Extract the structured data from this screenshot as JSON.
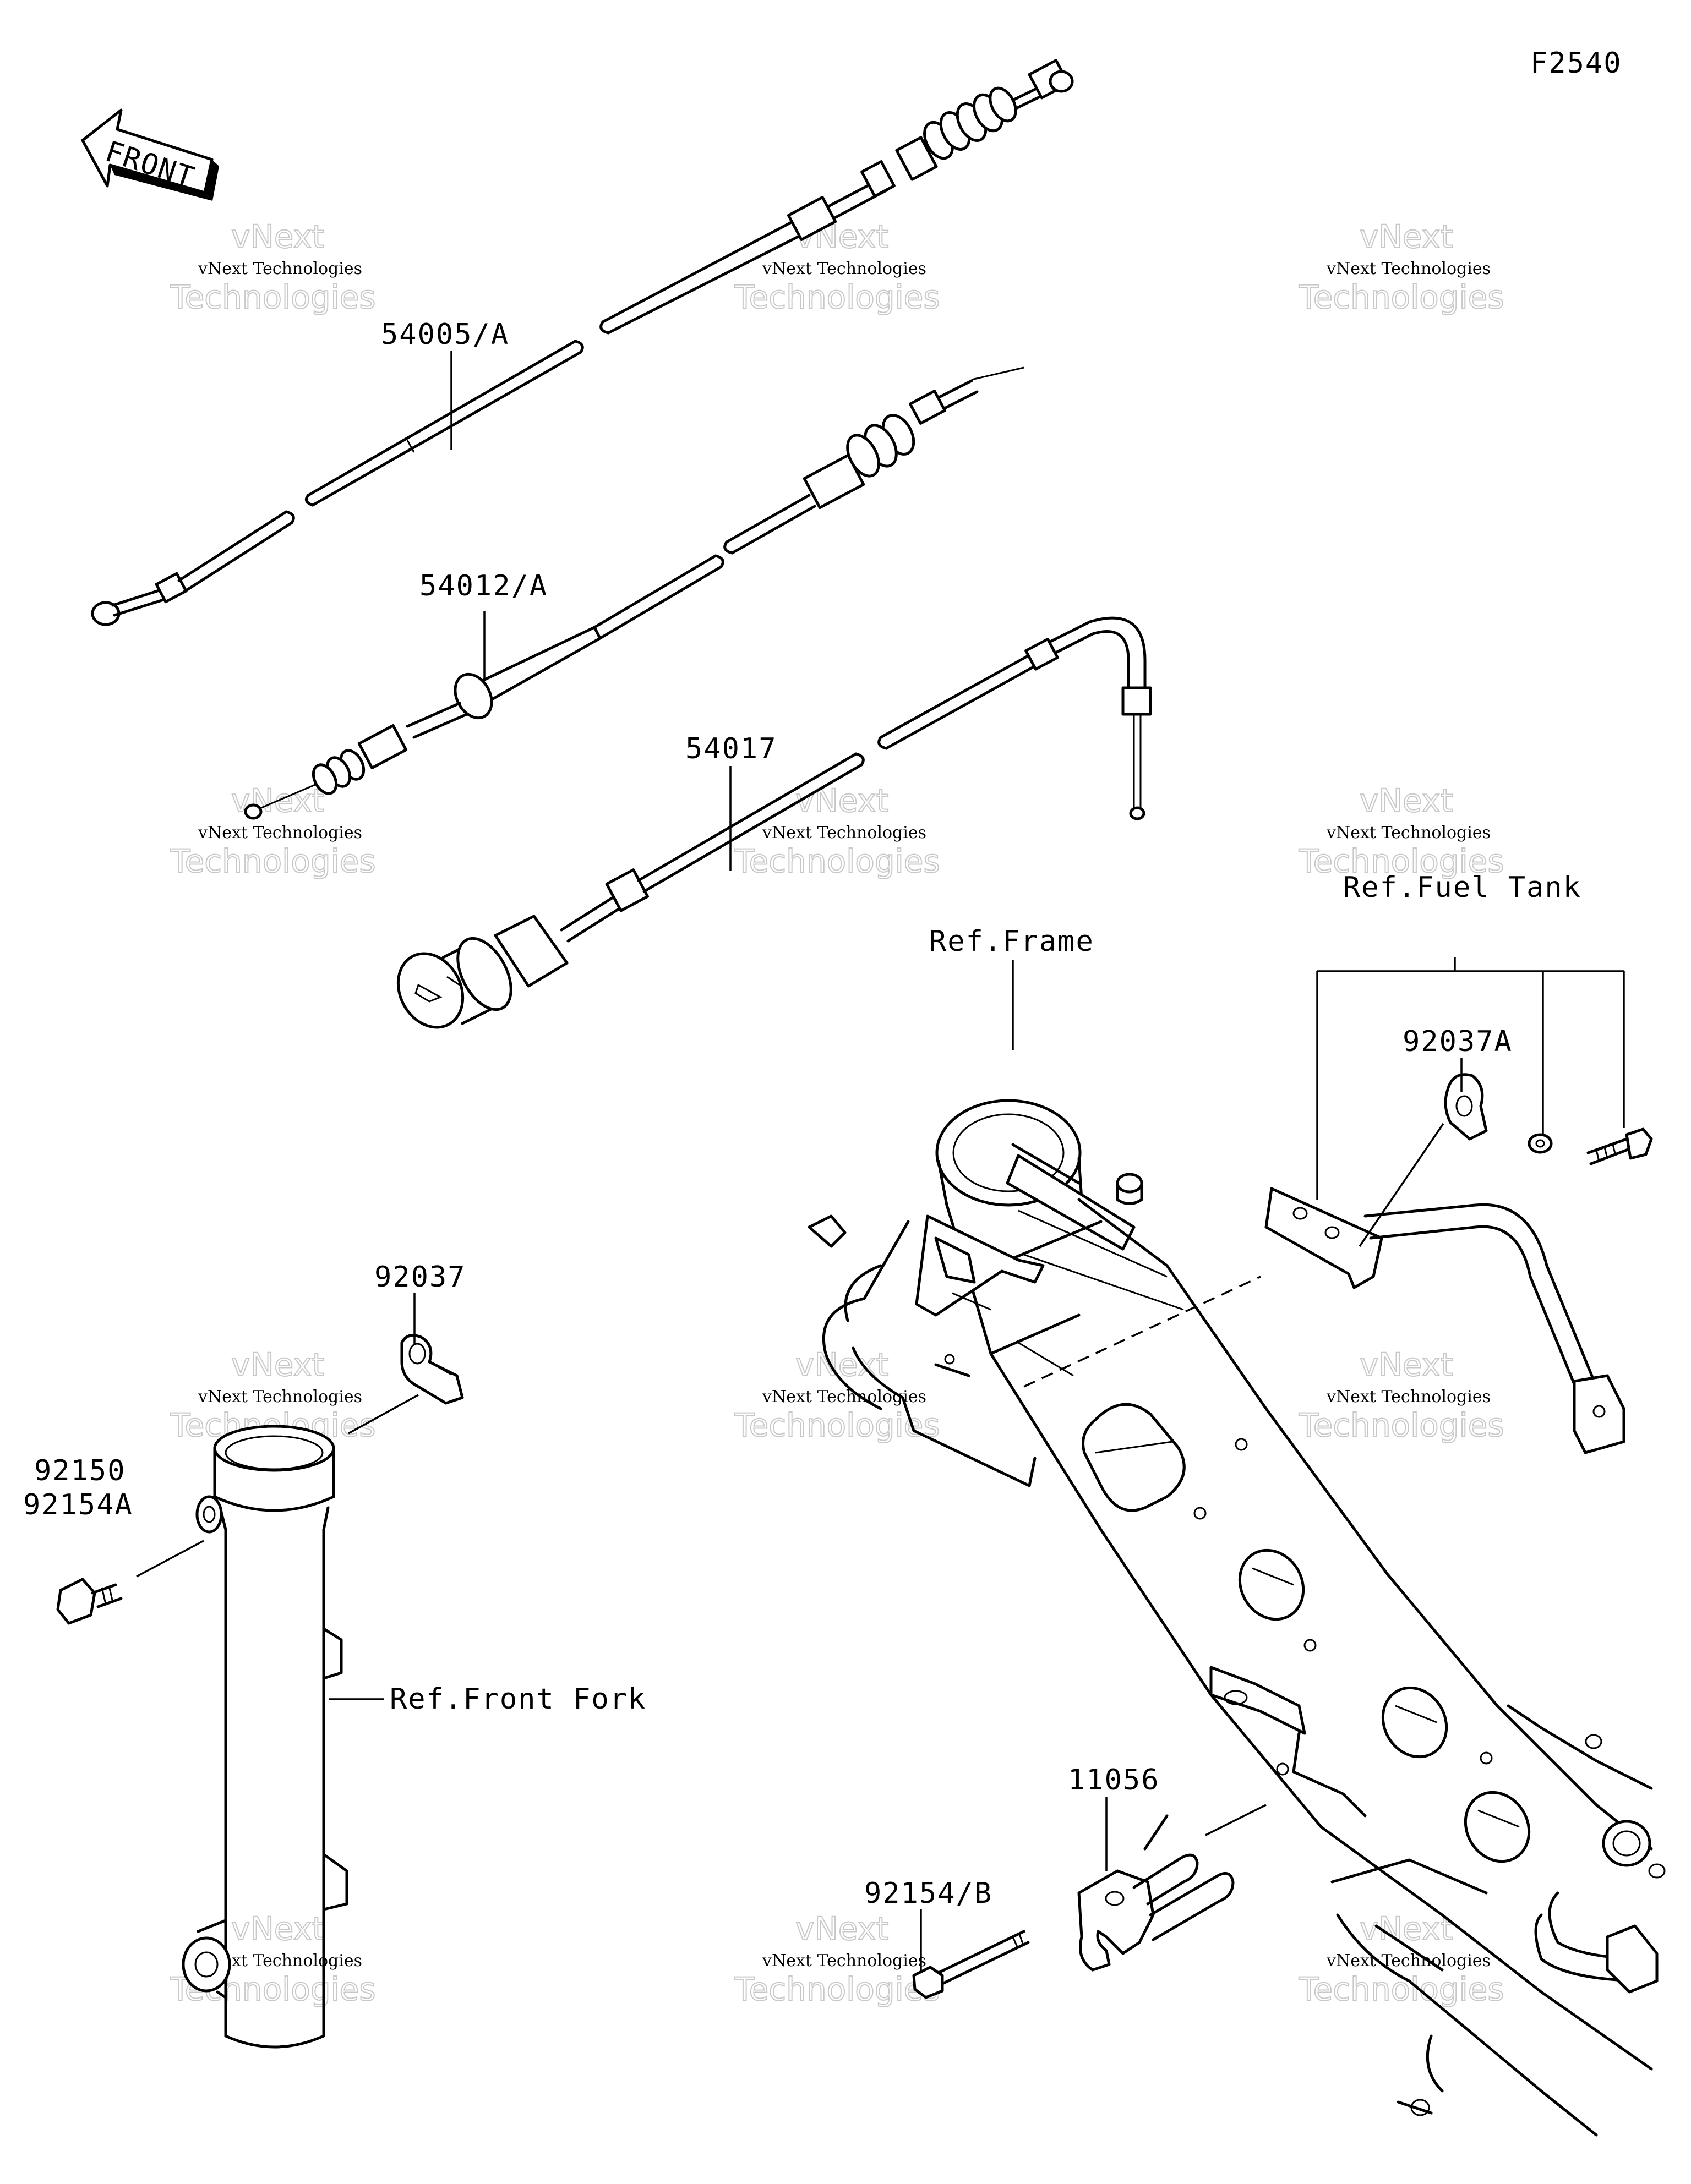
{
  "diagram_id": "F2540",
  "front_arrow_text": "FRONT",
  "watermark": {
    "small": "vNext Technologies",
    "large_top": "vNext",
    "large_bottom": "Technologies"
  },
  "part_labels": {
    "clutch_cable": "54005/A",
    "throttle_cable": "54012/A",
    "choke_cable": "54017",
    "ref_frame": "Ref.Frame",
    "ref_fuel_tank": "Ref.Fuel Tank",
    "clamp_a": "92037A",
    "clamp": "92037",
    "bolt_pair_top": "92150",
    "bolt_pair_bottom": "92154A",
    "ref_front_fork": "Ref.Front Fork",
    "bracket": "11056",
    "bolt_b": "92154/B"
  }
}
